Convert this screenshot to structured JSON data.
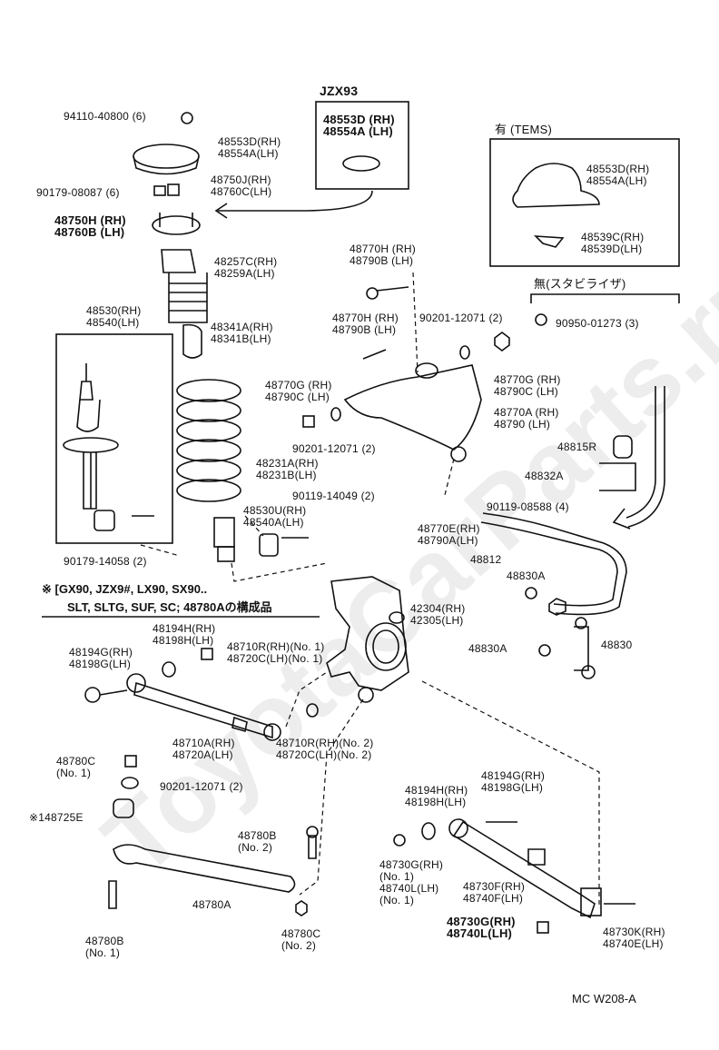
{
  "watermark": "ToyotaCarParts.ru",
  "variant_label": "JZX93",
  "tems_with_label": "有 (TEMS)",
  "tems_without_label": "無(スタビライザ)",
  "diagram_code": "MC W208-A",
  "footnote": {
    "line1": "※ [GX90, JZX9#, LX90, SX90..",
    "line2": "SLT, SLTG, SUF, SC; 48780Aの構成品"
  },
  "labels": [
    {
      "id": "l1",
      "lines": [
        "94110-40800 (6)"
      ]
    },
    {
      "id": "l2",
      "lines": [
        "48553D(RH)",
        "48554A(LH)"
      ]
    },
    {
      "id": "l3",
      "lines": [
        "48553D (RH)",
        "48554A (LH)"
      ],
      "bold": true
    },
    {
      "id": "l4",
      "lines": [
        "48750J(RH)",
        "48760C(LH)"
      ]
    },
    {
      "id": "l5",
      "lines": [
        "90179-08087 (6)"
      ]
    },
    {
      "id": "l6",
      "lines": [
        "48750H (RH)",
        "48760B (LH)"
      ],
      "bold": true
    },
    {
      "id": "l7",
      "lines": [
        "48257C(RH)",
        "48259A(LH)"
      ]
    },
    {
      "id": "l8",
      "lines": [
        "48553D(RH)",
        "48554A(LH)"
      ]
    },
    {
      "id": "l9",
      "lines": [
        "48539C(RH)",
        "48539D(LH)"
      ]
    },
    {
      "id": "l10",
      "lines": [
        "48770H (RH)",
        "48790B (LH)"
      ]
    },
    {
      "id": "l11",
      "lines": [
        "90950-01273 (3)"
      ]
    },
    {
      "id": "l12",
      "lines": [
        "48530(RH)",
        "48540(LH)"
      ]
    },
    {
      "id": "l13",
      "lines": [
        "48341A(RH)",
        "48341B(LH)"
      ]
    },
    {
      "id": "l14",
      "lines": [
        "48770H (RH)",
        "48790B (LH)"
      ]
    },
    {
      "id": "l15",
      "lines": [
        "90201-12071 (2)"
      ]
    },
    {
      "id": "l16",
      "lines": [
        "48770G (RH)",
        "48790C (LH)"
      ]
    },
    {
      "id": "l17",
      "lines": [
        "48770G (RH)",
        "48790C (LH)"
      ]
    },
    {
      "id": "l18",
      "lines": [
        "48770A (RH)",
        "48790 (LH)"
      ]
    },
    {
      "id": "l19",
      "lines": [
        "90201-12071 (2)"
      ]
    },
    {
      "id": "l20",
      "lines": [
        "48231A(RH)",
        "48231B(LH)"
      ]
    },
    {
      "id": "l21",
      "lines": [
        "48815R"
      ]
    },
    {
      "id": "l22",
      "lines": [
        "48832A"
      ]
    },
    {
      "id": "l23",
      "lines": [
        "90119-14049 (2)"
      ]
    },
    {
      "id": "l24",
      "lines": [
        "48530U(RH)",
        "48540A(LH)"
      ]
    },
    {
      "id": "l25",
      "lines": [
        "90119-08588 (4)"
      ]
    },
    {
      "id": "l26",
      "lines": [
        "48770E(RH)",
        "48790A(LH)"
      ]
    },
    {
      "id": "l27",
      "lines": [
        "48812"
      ]
    },
    {
      "id": "l28",
      "lines": [
        "90179-14058 (2)"
      ]
    },
    {
      "id": "l29",
      "lines": [
        "48830A"
      ]
    },
    {
      "id": "l30",
      "lines": [
        "42304(RH)",
        "42305(LH)"
      ]
    },
    {
      "id": "l31",
      "lines": [
        "48194H(RH)",
        "48198H(LH)"
      ]
    },
    {
      "id": "l32",
      "lines": [
        "48710R(RH)(No. 1)",
        "48720C(LH)(No. 1)"
      ]
    },
    {
      "id": "l33",
      "lines": [
        "48194G(RH)",
        "48198G(LH)"
      ]
    },
    {
      "id": "l34",
      "lines": [
        "48830A"
      ]
    },
    {
      "id": "l35",
      "lines": [
        "48830"
      ]
    },
    {
      "id": "l36",
      "lines": [
        "48710A(RH)",
        "48720A(LH)"
      ]
    },
    {
      "id": "l37",
      "lines": [
        "48710R(RH)(No. 2)",
        "48720C(LH)(No. 2)"
      ]
    },
    {
      "id": "l38",
      "lines": [
        "48780C",
        "(No. 1)"
      ]
    },
    {
      "id": "l39",
      "lines": [
        "90201-12071 (2)"
      ]
    },
    {
      "id": "l40",
      "lines": [
        "48194G(RH)",
        "48198G(LH)"
      ]
    },
    {
      "id": "l41",
      "lines": [
        "48194H(RH)",
        "48198H(LH)"
      ]
    },
    {
      "id": "l42",
      "lines": [
        "※148725E"
      ]
    },
    {
      "id": "l43",
      "lines": [
        "48780B",
        "(No. 2)"
      ]
    },
    {
      "id": "l44",
      "lines": [
        "48730G(RH)",
        "(No. 1)",
        "48740L(LH)",
        "(No. 1)"
      ]
    },
    {
      "id": "l45",
      "lines": [
        "48730F(RH)",
        "48740F(LH)"
      ]
    },
    {
      "id": "l46",
      "lines": [
        "48780A"
      ]
    },
    {
      "id": "l47",
      "lines": [
        "48730G(RH)",
        "48740L(LH)"
      ],
      "bold": true
    },
    {
      "id": "l48",
      "lines": [
        "48730K(RH)",
        "48740E(LH)"
      ]
    },
    {
      "id": "l49",
      "lines": [
        "48780C",
        "(No. 2)"
      ]
    },
    {
      "id": "l50",
      "lines": [
        "48780B",
        "(No. 1)"
      ]
    }
  ]
}
